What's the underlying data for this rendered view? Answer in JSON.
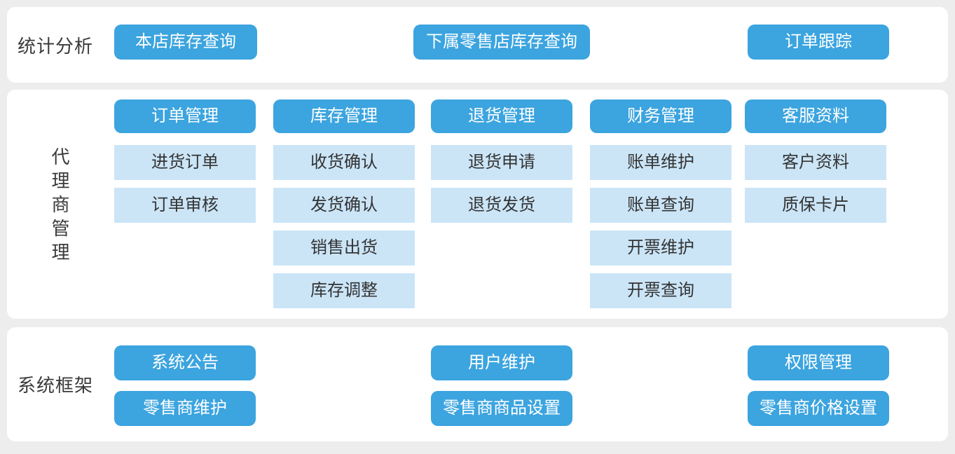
{
  "colors": {
    "page_bg": "#EDEDED",
    "panel_bg": "#FFFFFF",
    "accent_blue": "#3CA4DF",
    "light_blue": "#CBE5F7",
    "text_dark": "#333333",
    "text_on_blue": "#FFFFFF"
  },
  "sections": {
    "stats": {
      "label": "统计分析",
      "buttons": [
        "本店库存查询",
        "下属零售店库存查询",
        "订单跟踪"
      ]
    },
    "agent": {
      "label": "代理商管理",
      "columns": [
        {
          "header": "订单管理",
          "items": [
            "进货订单",
            "订单审核"
          ]
        },
        {
          "header": "库存管理",
          "items": [
            "收货确认",
            "发货确认",
            "销售出货",
            "库存调整"
          ]
        },
        {
          "header": "退货管理",
          "items": [
            "退货申请",
            "退货发货"
          ]
        },
        {
          "header": "财务管理",
          "items": [
            "账单维护",
            "账单查询",
            "开票维护",
            "开票查询"
          ]
        },
        {
          "header": "客服资料",
          "items": [
            "客户资料",
            "质保卡片"
          ]
        }
      ]
    },
    "framework": {
      "label": "系统框架",
      "groups": [
        [
          "系统公告",
          "零售商维护"
        ],
        [
          "用户维护",
          "零售商商品设置"
        ],
        [
          "权限管理",
          "零售商价格设置"
        ]
      ]
    }
  }
}
